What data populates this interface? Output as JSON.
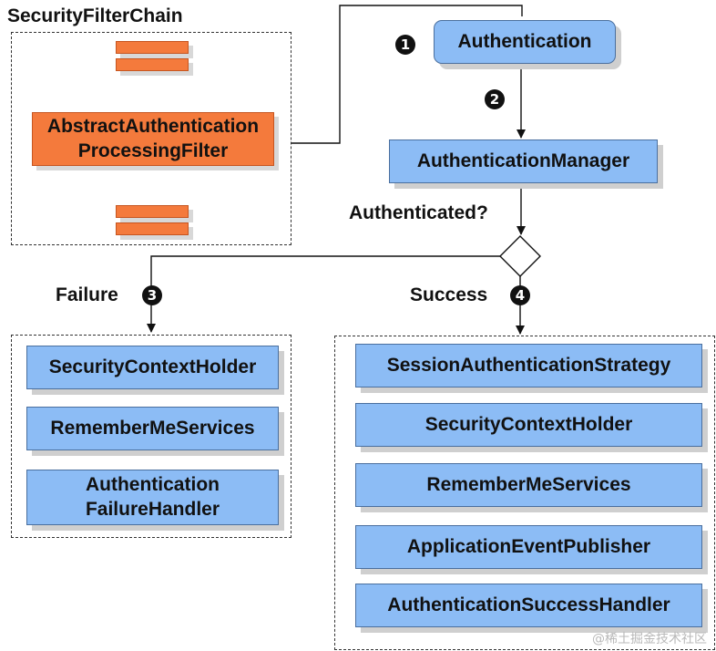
{
  "title": "SecurityFilterChain",
  "filter": {
    "name": "AbstractAuthentication\nProcessingFilter"
  },
  "authentication": "Authentication",
  "manager": "AuthenticationManager",
  "decision": "Authenticated?",
  "failure": {
    "label": "Failure",
    "items": [
      "SecurityContextHolder",
      "RememberMeServices",
      "Authentication\nFailureHandler"
    ]
  },
  "success": {
    "label": "Success",
    "items": [
      "SessionAuthenticationStrategy",
      "SecurityContextHolder",
      "RememberMeServices",
      "ApplicationEventPublisher",
      "AuthenticationSuccessHandler"
    ]
  },
  "steps": [
    "1",
    "2",
    "3",
    "4"
  ],
  "watermark": "@稀土掘金技术社区",
  "colors": {
    "blue_box": "#8cbcf5",
    "orange_filter": "#f47a3c"
  }
}
